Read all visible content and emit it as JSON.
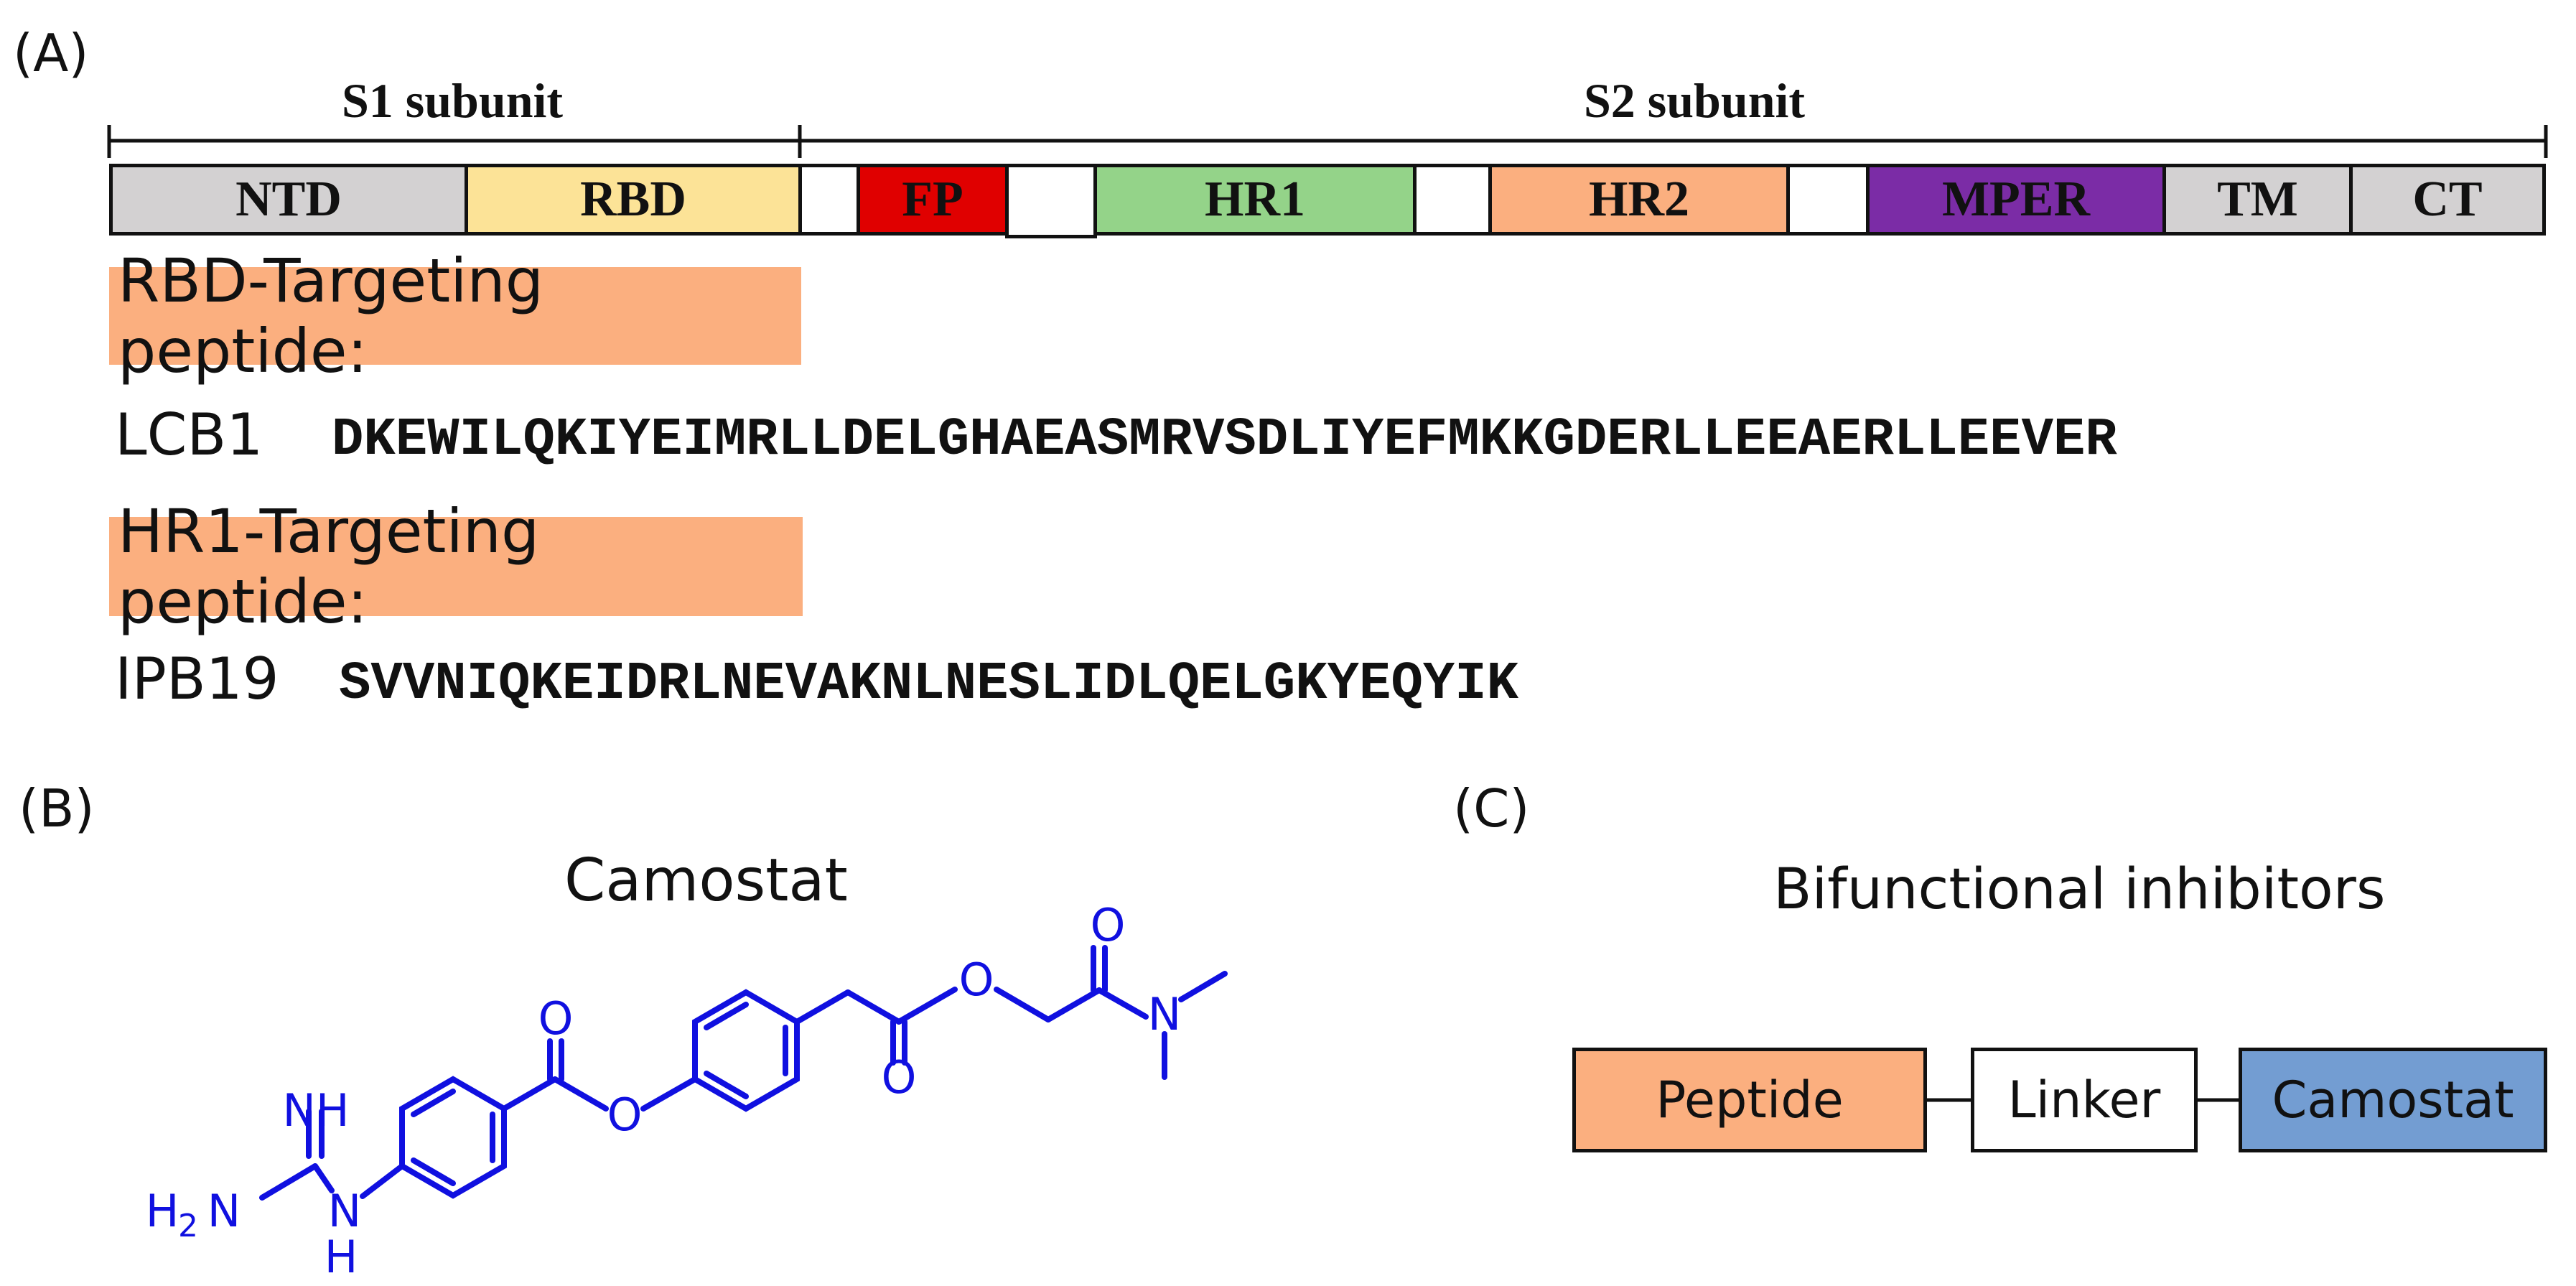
{
  "panel_a": {
    "label": "(A)",
    "s1_label": "S1 subunit",
    "s2_label": "S2 subunit",
    "domains": [
      {
        "name": "NTD",
        "color": "#D3D1D2"
      },
      {
        "name": "RBD",
        "color": "#FCE397"
      },
      {
        "name": "",
        "color": "#FFFFFF"
      },
      {
        "name": "FP",
        "color": "#E00000"
      },
      {
        "name": "",
        "color": "#FFFFFF"
      },
      {
        "name": "HR1",
        "color": "#94D389"
      },
      {
        "name": "",
        "color": "#FFFFFF"
      },
      {
        "name": "HR2",
        "color": "#FBAF7F"
      },
      {
        "name": "",
        "color": "#FFFFFF"
      },
      {
        "name": "MPER",
        "color": "#7B2CA6"
      },
      {
        "name": "TM",
        "color": "#D3D1D2"
      },
      {
        "name": "CT",
        "color": "#D3D1D2"
      }
    ],
    "rbd_heading": "RBD-Targeting peptide:",
    "lcb1_name": "LCB1",
    "lcb1_seq": "DKEWILQKIYEIMRLLDELGHAEASMRVSDLIYEFMKKGDERLLEEAERLLEEVER",
    "hr1_heading": "HR1-Targeting peptide:",
    "ipb19_name": "IPB19",
    "ipb19_seq": "SVVNIQKEIDRLNEVAKNLNESLIDLQELGKYEQYIK",
    "heading_color": "#FBAF7F"
  },
  "panel_b": {
    "label": "(B)",
    "title": "Camostat",
    "structure_color": "#1010E0",
    "atoms": {
      "nh": "NH",
      "h2n_h": "H",
      "h2n_n": "N",
      "n_amine": "N",
      "h_amine": "H",
      "o1": "O",
      "o2": "O",
      "o3": "O",
      "o4": "O",
      "o5": "O",
      "n_dimethyl": "N",
      "h2n_sub": "2"
    }
  },
  "panel_c": {
    "label": "(C)",
    "title": "Bifunctional inhibitors",
    "boxes": [
      {
        "label": "Peptide",
        "color": "#FBAF7F"
      },
      {
        "label": "Linker",
        "color": "#FFFFFF"
      },
      {
        "label": "Camostat",
        "color": "#739DD2"
      }
    ]
  }
}
